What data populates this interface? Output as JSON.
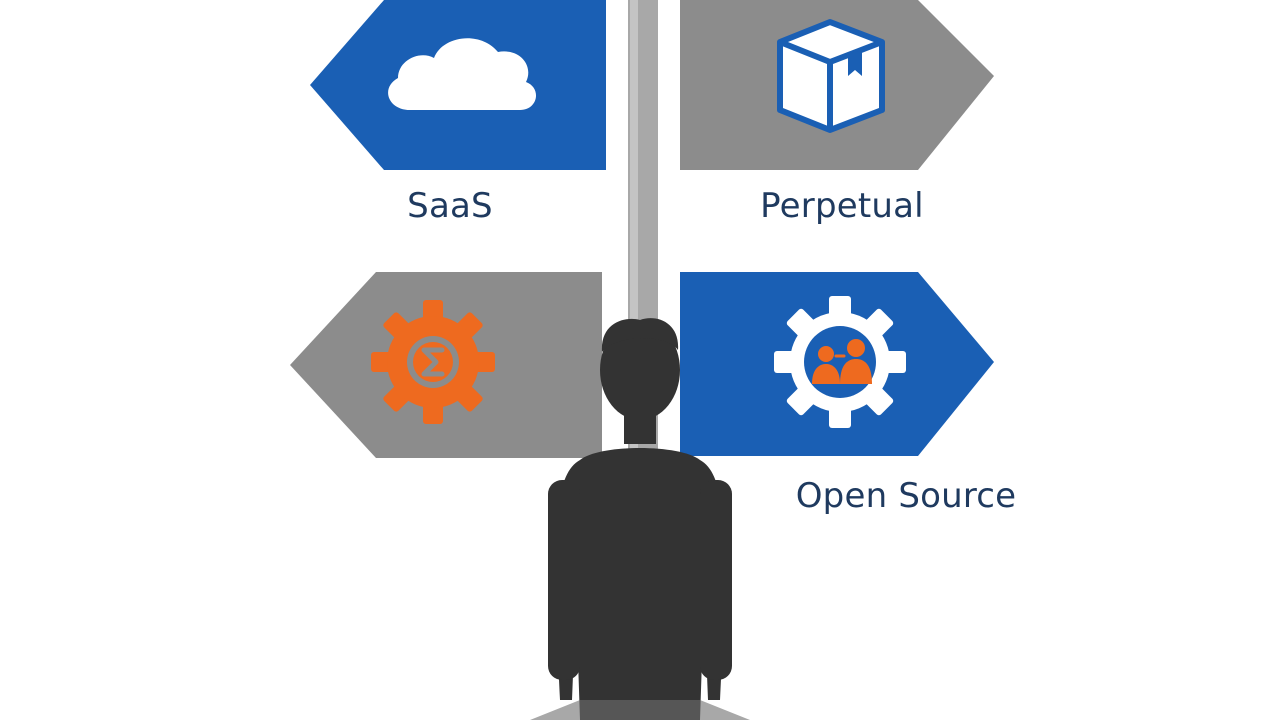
{
  "colors": {
    "blue": "#1a5fb4",
    "gray": "#8c8c8c",
    "orange": "#ee6a1f",
    "navy_text": "#1f3a5f",
    "figure": "#333333",
    "post": "#a9a9a9"
  },
  "signs": [
    {
      "label": "SaaS",
      "icon": "cloud-icon",
      "color": "blue",
      "direction": "left"
    },
    {
      "label": "Perpetual",
      "icon": "box-icon",
      "color": "gray",
      "direction": "right"
    },
    {
      "label": "",
      "icon": "orange-gear-icon",
      "color": "gray",
      "direction": "left"
    },
    {
      "label": "Open Source",
      "icon": "people-gear-icon",
      "color": "blue",
      "direction": "right"
    }
  ]
}
